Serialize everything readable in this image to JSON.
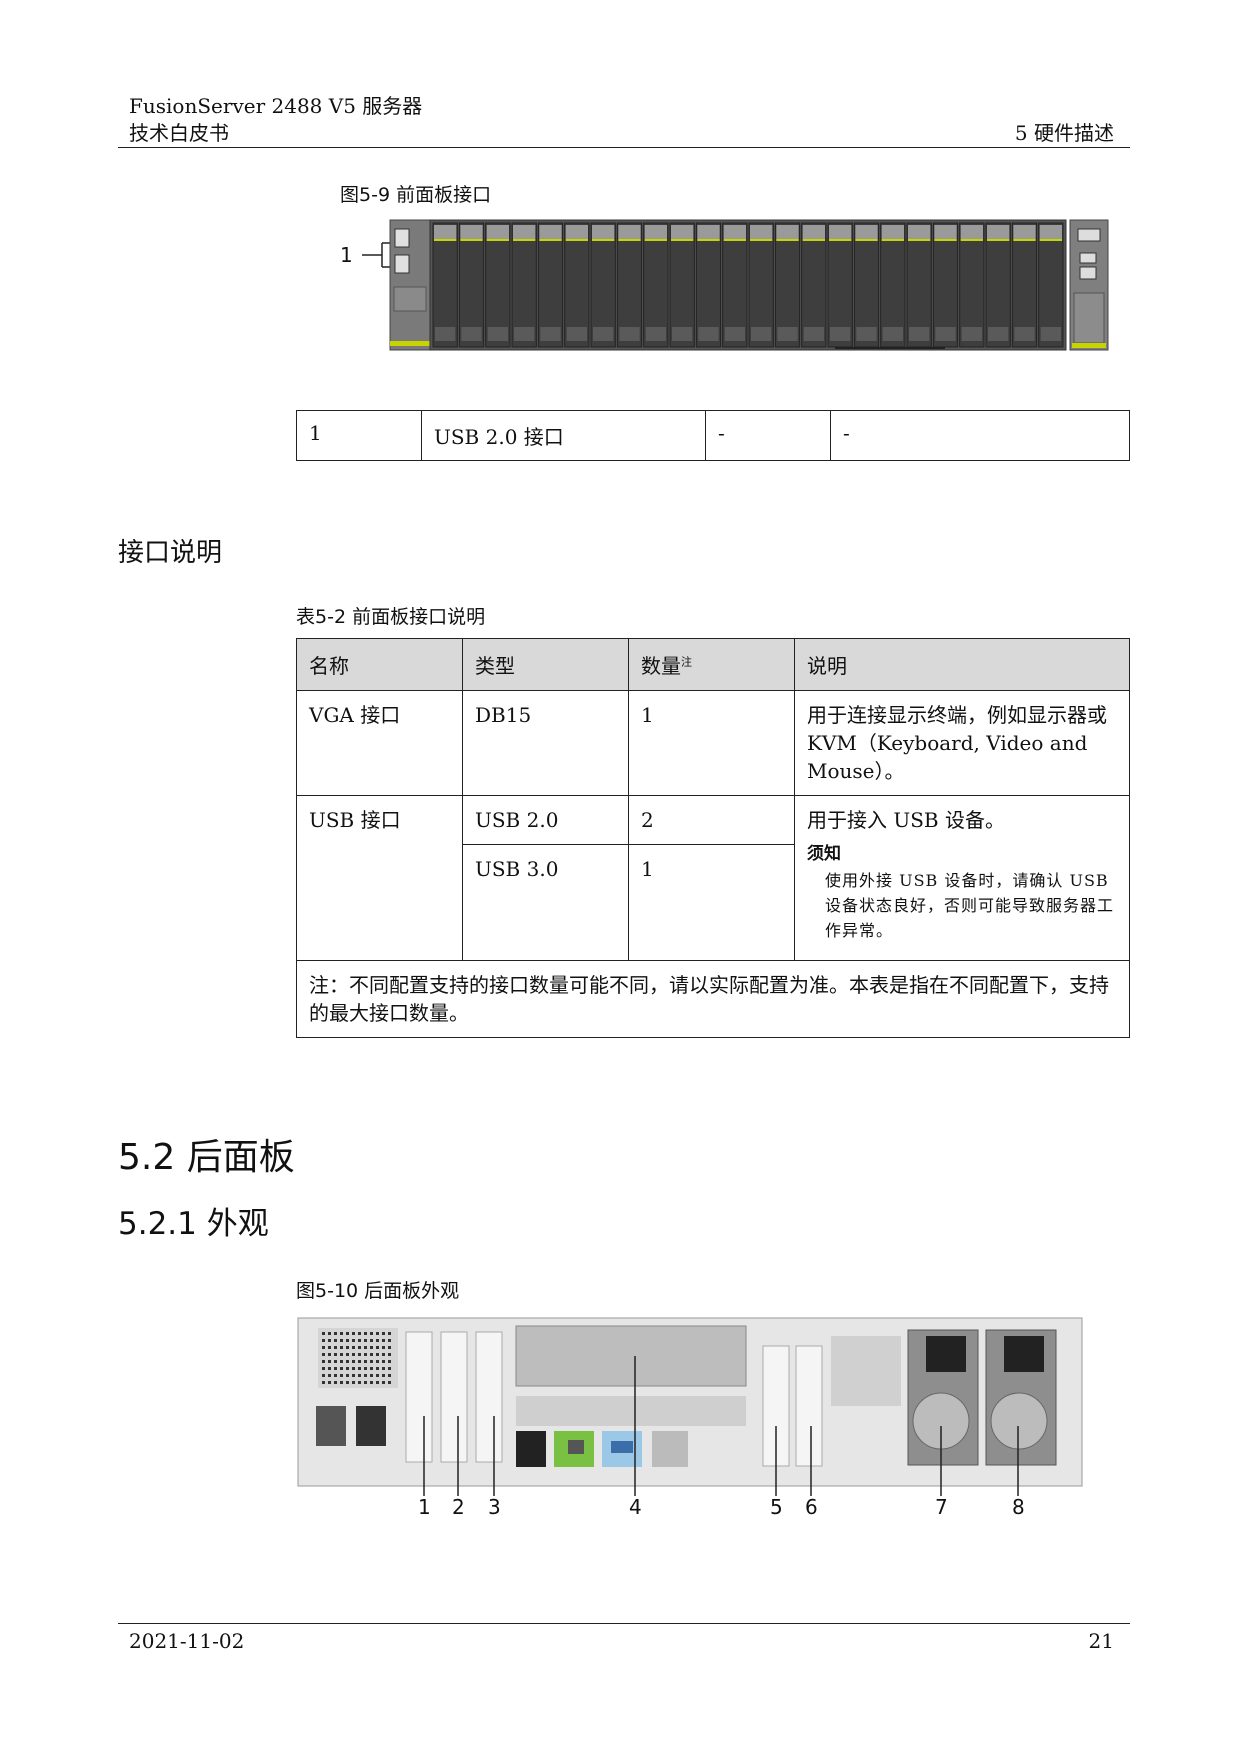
{
  "header": {
    "product": "FusionServer 2488 V5  服务器",
    "doc_type": "技术白皮书",
    "chapter": "5  硬件描述"
  },
  "fig_front": {
    "caption": "图5-9  前面板接口",
    "callout": "1",
    "slot_count": 24
  },
  "table_front": {
    "row": [
      "1",
      "USB 2.0 接口",
      "-",
      "-"
    ]
  },
  "section_iface": "接口说明",
  "table2": {
    "caption": "表5-2  前面板接口说明",
    "headers": {
      "name": "名称",
      "type": "类型",
      "qty": "数量",
      "qty_sup": "注",
      "desc": "说明"
    },
    "vga": {
      "name": "VGA 接口",
      "type": "DB15",
      "qty": "1",
      "desc": "用于连接显示终端，例如显示器或 KVM（Keyboard, Video and Mouse）。"
    },
    "usb": {
      "name": "USB 接口",
      "type1": "USB 2.0",
      "qty1": "2",
      "type2": "USB 3.0",
      "qty2": "1",
      "desc": "用于接入 USB 设备。",
      "notice_title": "须知",
      "notice_body": "使用外接 USB 设备时，请确认 USB 设备状态良好，否则可能导致服务器工作异常。"
    },
    "footnote": "注：不同配置支持的接口数量可能不同，请以实际配置为准。本表是指在不同配置下，支持的最大接口数量。"
  },
  "h2": "5.2 后面板",
  "h3": "5.2.1 外观",
  "fig_rear": {
    "caption": "图5-10  后面板外观",
    "callouts": [
      "1",
      "2",
      "3",
      "4",
      "5",
      "6",
      "7",
      "8"
    ]
  },
  "footer": {
    "date": "2021-11-02",
    "page": "21"
  }
}
